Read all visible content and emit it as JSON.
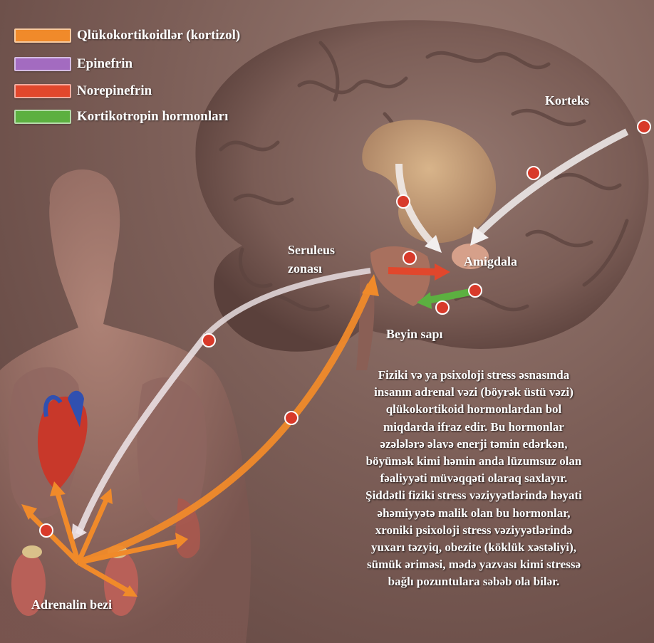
{
  "legend": [
    {
      "label": "Qlükokortikoidlər (kortizol)",
      "color": "#f08a2a"
    },
    {
      "label": "Epinefrin",
      "color": "#a36bc0"
    },
    {
      "label": "Norepinefrin",
      "color": "#e1472c"
    },
    {
      "label": "Kortikotropin hormonları",
      "color": "#5cb040"
    }
  ],
  "labels": {
    "korteks": "Korteks",
    "seruleus_line1": "Seruleus",
    "seruleus_line2": "zonası",
    "amigdala": "Amigdala",
    "beyin_sapi": "Beyin sapı",
    "adrenalin_bezi": "Adrenalin bezi"
  },
  "caption_lines": [
    "Fiziki və ya psixoloji stress əsnasında",
    "insanın adrenal vəzi (böyrək üstü vəzi)",
    "qlükokortikoid hormonlardan bol",
    "miqdarda ifraz edir. Bu hormonlar",
    "əzələlərə əlavə enerji təmin edərkən,",
    "böyümək kimi həmin anda lüzumsuz olan",
    "fəaliyyəti müvəqqəti olaraq saxlayır.",
    "Şiddətli fiziki stress vəziyyətlərində həyati",
    "əhəmiyyətə malik olan bu hormonlar,",
    "xroniki psixoloji stress vəziyyətlərində",
    "yuxarı təzyiq, obezite (köklük xəstəliyi),",
    "sümük əriməsi, mədə yazvası kimi stressə",
    "bağlı pozuntulara səbəb ola bilər."
  ],
  "colors": {
    "brain": "#86675e",
    "brain_fold": "#5e4540",
    "limbic": "#c9a177",
    "body": "#a0756a",
    "heart": "#c8382a",
    "vessel": "#3050b0",
    "kidney": "#b86058"
  }
}
